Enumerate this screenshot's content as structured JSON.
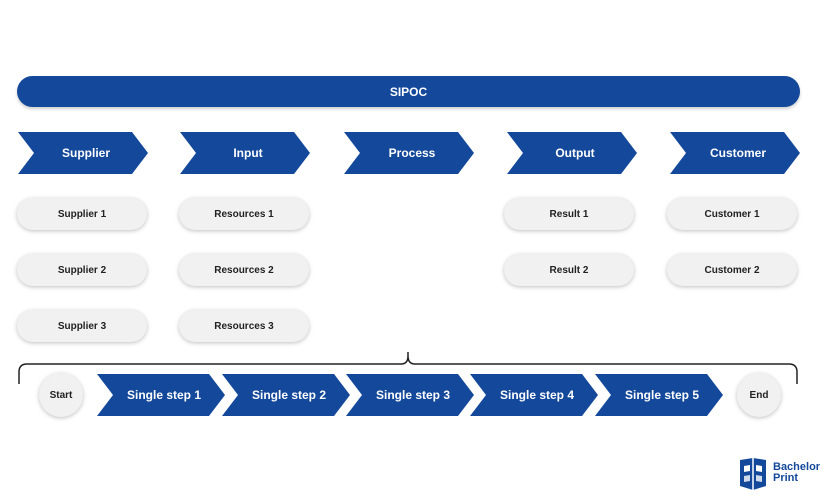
{
  "banner": {
    "title": "SIPOC"
  },
  "columns": [
    {
      "label": "Supplier",
      "items": [
        "Supplier 1",
        "Supplier 2",
        "Supplier 3"
      ]
    },
    {
      "label": "Input",
      "items": [
        "Resources 1",
        "Resources 2",
        "Resources 3"
      ]
    },
    {
      "label": "Process",
      "items": []
    },
    {
      "label": "Output",
      "items": [
        "Result 1",
        "Result 2"
      ]
    },
    {
      "label": "Customer",
      "items": [
        "Customer 1",
        "Customer 2"
      ]
    }
  ],
  "process_flow": {
    "start": "Start",
    "end": "End",
    "steps": [
      "Single step 1",
      "Single step 2",
      "Single step 3",
      "Single step 4",
      "Single step 5"
    ]
  },
  "logo": {
    "line1": "Bachelor",
    "line2": "Print",
    "icon": "book-icon"
  },
  "colors": {
    "primary": "#13489a",
    "pill": "#f1f1f1"
  }
}
